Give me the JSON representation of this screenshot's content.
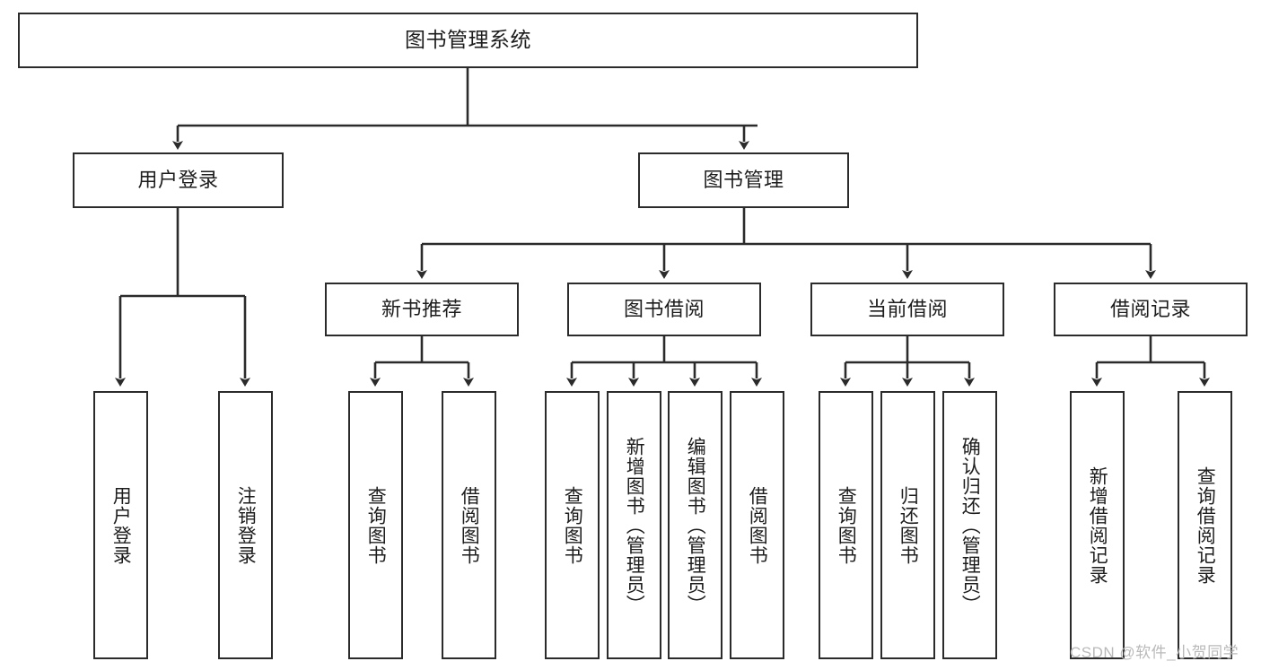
{
  "diagram": {
    "title": "图书管理系统",
    "type": "tree-hierarchy",
    "colors": {
      "box_border": "#2b2b2b",
      "box_fill": "#ffffff",
      "edge": "#2b2b2b",
      "text": "#1d1d1d",
      "watermark": "#b9b9b9",
      "background": "#ffffff"
    },
    "root": {
      "label": "图书管理系统"
    },
    "level2": [
      {
        "label": "用户登录"
      },
      {
        "label": "图书管理"
      }
    ],
    "level3": [
      {
        "label": "新书推荐"
      },
      {
        "label": "图书借阅"
      },
      {
        "label": "当前借阅"
      },
      {
        "label": "借阅记录"
      }
    ],
    "leaves": {
      "user_login": [
        {
          "label": "用户登录"
        },
        {
          "label": "注销登录"
        }
      ],
      "new_book_recommend": [
        {
          "label": "查询图书"
        },
        {
          "label": "借阅图书"
        }
      ],
      "book_borrow": [
        {
          "label": "查询图书"
        },
        {
          "label": "新增图书（管理员）"
        },
        {
          "label": "编辑图书（管理员）"
        },
        {
          "label": "借阅图书"
        }
      ],
      "current_borrow": [
        {
          "label": "查询图书"
        },
        {
          "label": "归还图书"
        },
        {
          "label": "确认归还（管理员）"
        }
      ],
      "borrow_record": [
        {
          "label": "新增借阅记录"
        },
        {
          "label": "查询借阅记录"
        }
      ]
    },
    "watermark": "CSDN @软件_小贺同学"
  }
}
